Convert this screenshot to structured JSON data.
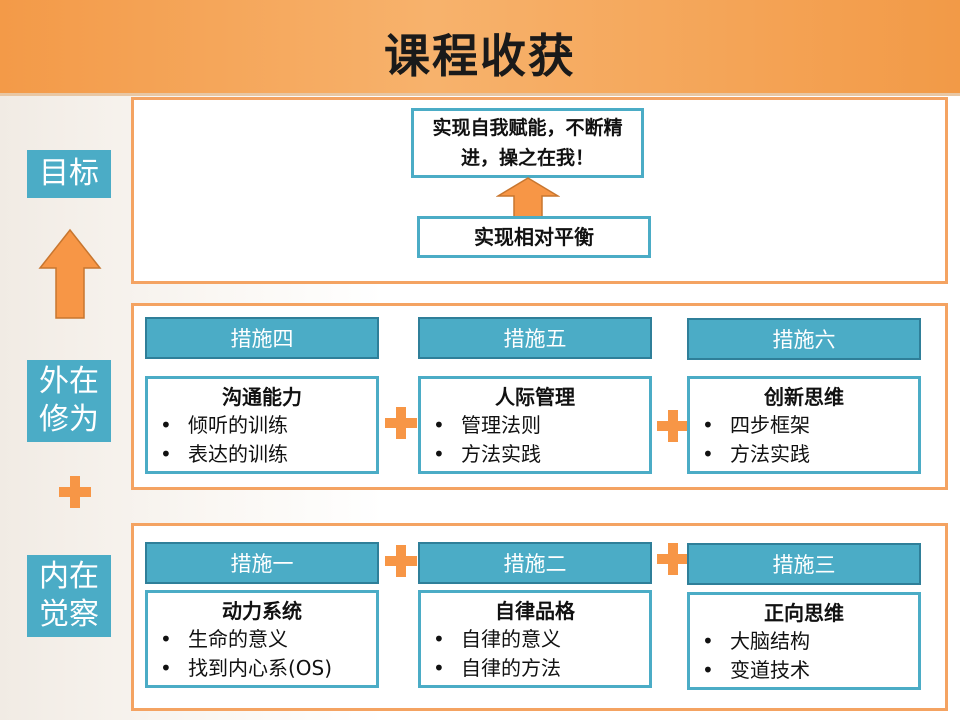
{
  "title": "课程收获",
  "side_labels": {
    "goal": "目标",
    "outer": "外在修为",
    "inner": "内在觉察"
  },
  "goal": {
    "top_box": "实现自我赋能，不断精进，操之在我！",
    "bottom_box": "实现相对平衡"
  },
  "outer_measures": [
    {
      "head": "措施四",
      "title": "沟通能力",
      "items": [
        "倾听的训练",
        "表达的训练"
      ]
    },
    {
      "head": "措施五",
      "title": "人际管理",
      "items": [
        "管理法则",
        "方法实践"
      ]
    },
    {
      "head": "措施六",
      "title": "创新思维",
      "items": [
        "四步框架",
        "方法实践"
      ]
    }
  ],
  "inner_measures": [
    {
      "head": "措施一",
      "title": "动力系统",
      "items": [
        "生命的意义",
        "找到内心系(OS)"
      ]
    },
    {
      "head": "措施二",
      "title": "自律品格",
      "items": [
        "自律的意义",
        "自律的方法"
      ]
    },
    {
      "head": "措施三",
      "title": "正向思维",
      "items": [
        "大脑结构",
        "变道技术"
      ]
    }
  ],
  "colors": {
    "accent_orange": "#f79646",
    "accent_blue": "#4bacc6",
    "header_orange": "#f39a48"
  },
  "icons": [
    "arrow-up-icon",
    "plus-icon"
  ]
}
